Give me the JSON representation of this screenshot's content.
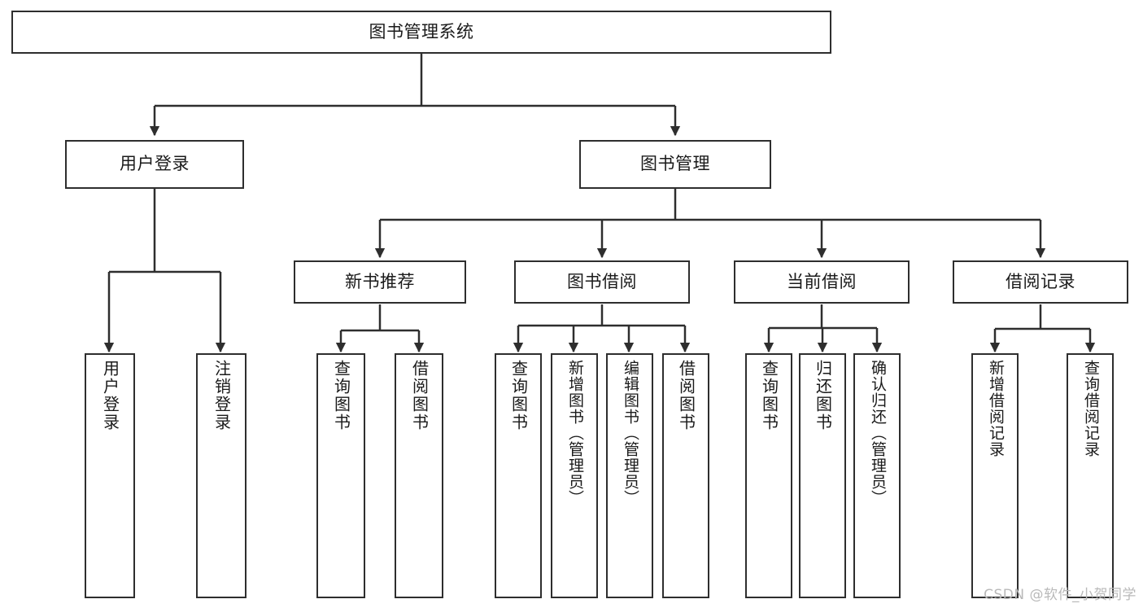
{
  "diagram": {
    "title": "图书管理系统",
    "watermark": "CSDN @软件_小贺同学",
    "colors": {
      "stroke": "#2e2e2e",
      "background": "#ffffff",
      "text": "#1a1a1a",
      "watermark": "#b9b9b9"
    },
    "nodes": {
      "root": {
        "label": "图书管理系统"
      },
      "level2": [
        {
          "label": "用户登录"
        },
        {
          "label": "图书管理"
        }
      ],
      "level3": [
        {
          "label": "新书推荐"
        },
        {
          "label": "图书借阅"
        },
        {
          "label": "当前借阅"
        },
        {
          "label": "借阅记录"
        }
      ],
      "leaves": {
        "user_login": [
          {
            "label": "用户登录"
          },
          {
            "label": "注销登录"
          }
        ],
        "new_book_recommend": [
          {
            "label": "查询图书"
          },
          {
            "label": "借阅图书"
          }
        ],
        "book_borrow": [
          {
            "label": "查询图书"
          },
          {
            "label": "新增图书（管理员）"
          },
          {
            "label": "编辑图书（管理员）"
          },
          {
            "label": "借阅图书"
          }
        ],
        "current_borrow": [
          {
            "label": "查询图书"
          },
          {
            "label": "归还图书"
          },
          {
            "label": "确认归还（管理员）"
          }
        ],
        "borrow_record": [
          {
            "label": "新增借阅记录"
          },
          {
            "label": "查询借阅记录"
          }
        ]
      }
    }
  }
}
